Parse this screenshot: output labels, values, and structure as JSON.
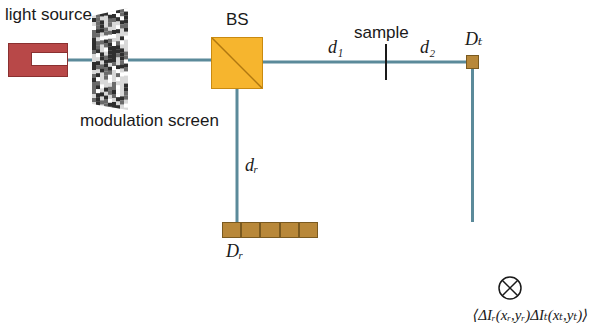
{
  "diagram": {
    "nodes": [
      {
        "text": [
          "light source"
        ]
      },
      {
        "text": [
          "BS"
        ]
      },
      {
        "text": [
          "Dₜ"
        ]
      },
      {
        "text": [
          "Dᵣ"
        ]
      }
    ],
    "edges": [
      {
        "from": 0,
        "to": 1,
        "arrow": "none"
      },
      {
        "from": 1,
        "to": 2,
        "arrow": "none"
      },
      {
        "from": 1,
        "to": 3,
        "label": "dᵣ",
        "arrow": "none"
      },
      {
        "from": 2,
        "to": 3,
        "arrow": "none"
      }
    ],
    "labels": [
      "modulation screen",
      "sample",
      "d₁",
      "d₂",
      "⟨ΔIᵣ(xᵣ,yᵣ)ΔIₜ(xₜ,yₜ)⟩"
    ]
  }
}
